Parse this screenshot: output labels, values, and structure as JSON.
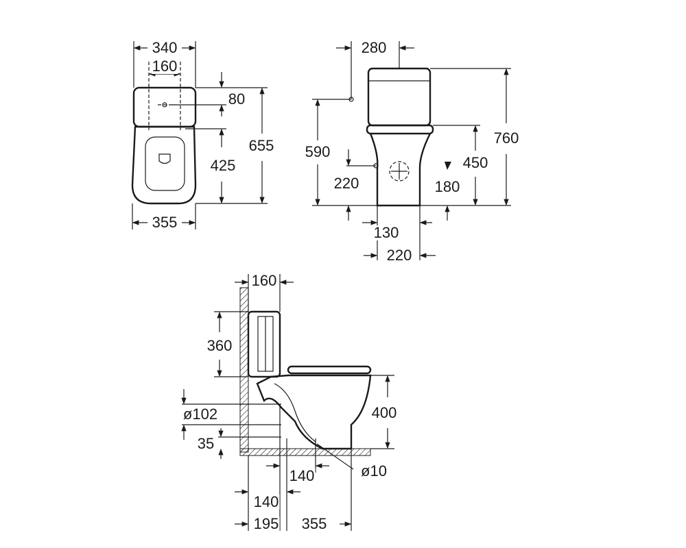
{
  "top_view": {
    "width_overall": "340",
    "tank_holes": "160",
    "hole_offset": "80",
    "depth_overall": "655",
    "bowl_length": "425",
    "bowl_width": "355"
  },
  "front_view": {
    "supply_offset": "280",
    "supply_height": "590",
    "outlet_height_left": "220",
    "total_height": "760",
    "seat_height": "450",
    "outlet_height_right": "180",
    "foot_width": "130",
    "base_width": "220"
  },
  "side_view": {
    "tank_depth": "160",
    "tank_height": "360",
    "outlet_diameter": "ø102",
    "bowl_height": "400",
    "outlet_center": "35",
    "outlet_distance": "140",
    "fixing_diameter": "ø10",
    "wall_to_fixing": "140",
    "wall_to_outlet": "195",
    "outlet_to_front": "355"
  },
  "colors": {
    "line": "#1a1a1a",
    "background": "#ffffff"
  }
}
